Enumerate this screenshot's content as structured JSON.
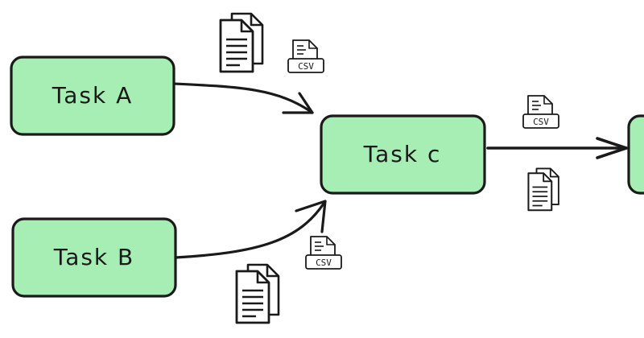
{
  "diagram": {
    "tasks": {
      "task_a": {
        "label": "Task A"
      },
      "task_b": {
        "label": "Task B"
      },
      "task_c": {
        "label": "Task c"
      }
    },
    "file_labels": {
      "csv_a": "CSV",
      "csv_b": "CSV",
      "csv_c": "CSV"
    },
    "colors": {
      "node_fill": "#a7eeb4",
      "stroke": "#1a1a1a",
      "background": "#ffffff"
    },
    "icons": {
      "document": "documents-icon",
      "csv": "csv-file-icon"
    }
  }
}
